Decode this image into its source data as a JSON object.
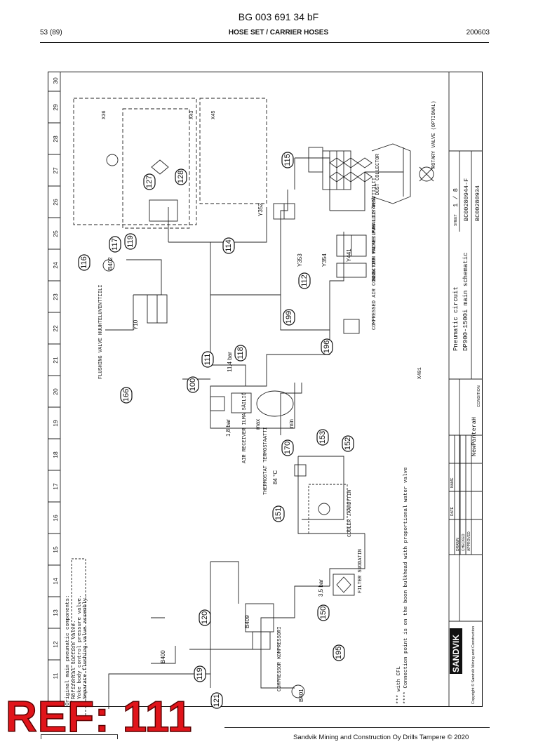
{
  "header": {
    "doc_code": "BG 003 691 34 bF",
    "page": "53 (89)",
    "section": "HOSE SET / CARRIER HOSES",
    "date": "200603"
  },
  "grid": {
    "columns": [
      "11",
      "12",
      "13",
      "14",
      "15",
      "16",
      "17",
      "18",
      "19",
      "20",
      "21",
      "22",
      "23",
      "24",
      "25",
      "26",
      "27",
      "28",
      "29",
      "30"
    ]
  },
  "callouts": [
    "195",
    "121",
    "119",
    "120",
    "150",
    "151",
    "152",
    "153",
    "170",
    "100",
    "166",
    "111",
    "118",
    "196",
    "199",
    "112",
    "114",
    "119",
    "117",
    "116",
    "127",
    "128",
    "115"
  ],
  "component_labels": {
    "compressor": "COMPRESSOR KOMPRESSORI",
    "filter": "FILTER SUODATIN",
    "cooler": "COOLER JÄÄHDYTIN",
    "thermostat": "THERMOSTAT TERMOSTAATTI",
    "air_receiver": "AIR RECEIVER ILMA SÄILIÖ",
    "flushing_valve": "FLUSHING VALVE HUUHTELUVENTTIILI",
    "compressed_air": "COMPRESSED AIR CONNECTION PAINEILMAN LIITÄNTÄ",
    "blow_off_valves": "BLOW OFF VALVES PUHALLUS-VENTTIILIT",
    "dust_collector": "DUST COLLECTOR",
    "rotary_valve": "ROTARY VALVE (OPTIONAL)",
    "pressure_35": "3,5 bar",
    "pressure_18": "1,8 bar",
    "pressure_11": "11,4 bar",
    "temp": "84 °C",
    "max": "max",
    "min": "min",
    "valve_y352": "Y352",
    "valve_y353": "Y353",
    "valve_y354": "Y354",
    "valve_y441": "Y441",
    "valve_y10": "Y10",
    "sensor_b402": "B402",
    "sensor_b401": "B401",
    "sensor_b400": "B400",
    "sensor_b409": "B409",
    "x401": "X401",
    "x43": "X43",
    "x36": "X36",
    "x45": "X45"
  },
  "notes": [
    "Original main pneumatic components:",
    "- Horizontal suction valve.",
    "- Yoke body control pressure valve.",
    "- Separate flushing valve assembly.",
    "*** with CFL",
    "**** Connection point is on the boom bulkhead with proportional water valve"
  ],
  "title_block": {
    "brand": "SANDVIK",
    "copyright": "Copyright © Sandvik Mining and Construction",
    "title_line1": "Pneumatic circuit",
    "title_line2": "DP900-1500i main schematic",
    "product": "NewPanteraH",
    "sheet_label": "SHEET",
    "sheet": "1 / 8",
    "doc_no_1": "BC00280944-F",
    "doc_no_2": "BC00280934",
    "roles": [
      "DRAWN",
      "CHECKED",
      "APPROVED"
    ],
    "col_date": "DATE",
    "col_name": "NAME",
    "condition": "CONDITION"
  },
  "stamp": "REF: 111",
  "footer": {
    "text": "Sandvik Mining and Construction Oy Drills Tampere © 2020"
  }
}
